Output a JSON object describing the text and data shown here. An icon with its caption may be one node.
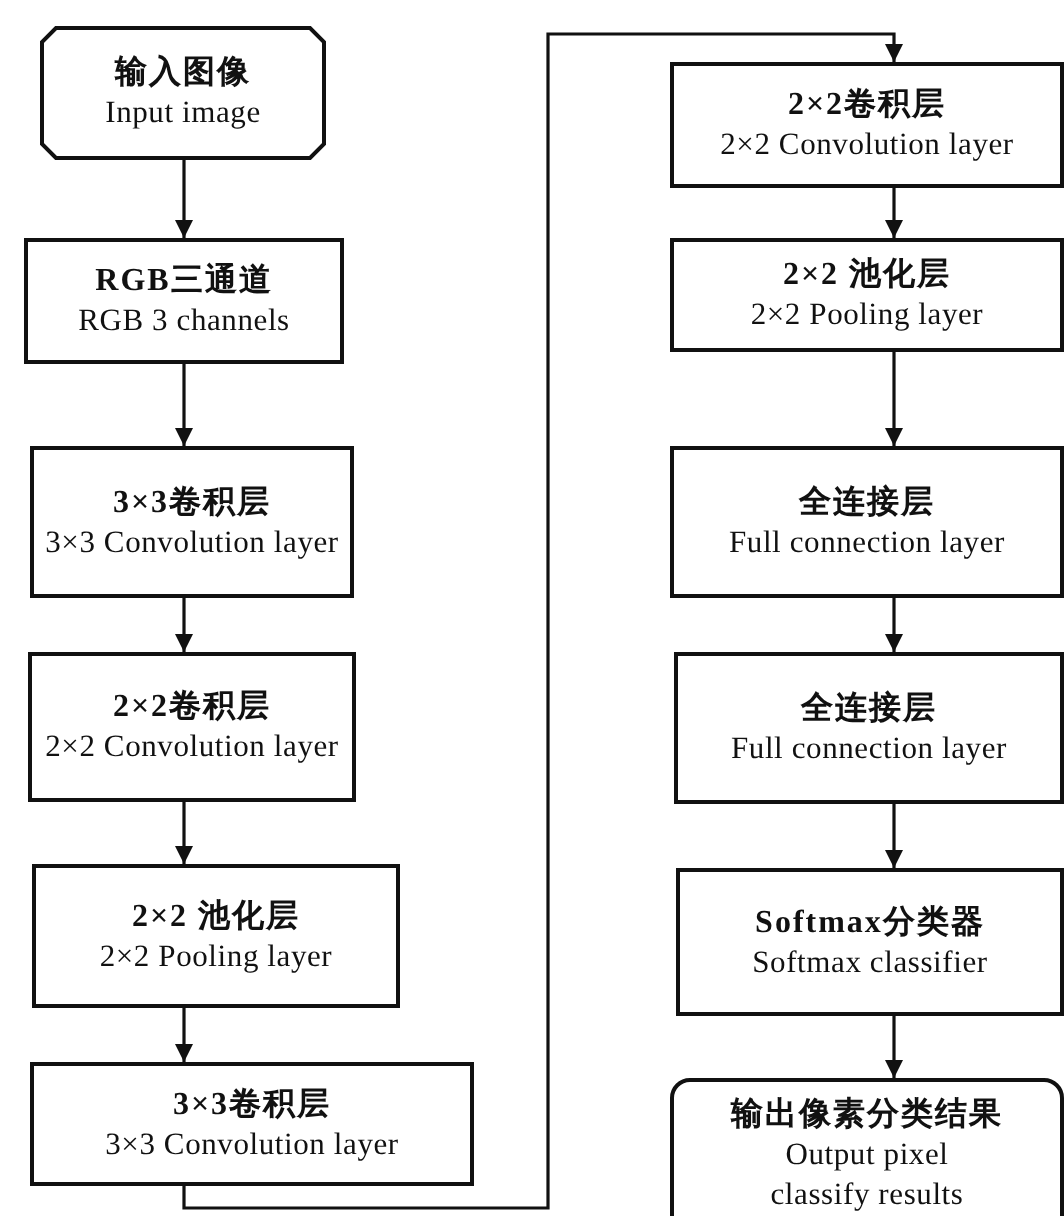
{
  "diagram": {
    "nodes": [
      {
        "text": [
          "输入图像",
          "Input image"
        ]
      },
      {
        "text": [
          "RGB三通道",
          "RGB 3 channels"
        ]
      },
      {
        "text": [
          "3×3卷积层",
          "3×3 Convolution layer"
        ]
      },
      {
        "text": [
          "2×2卷积层",
          "2×2 Convolution layer"
        ]
      },
      {
        "text": [
          "2×2 池化层",
          "2×2 Pooling layer"
        ]
      },
      {
        "text": [
          "3×3卷积层",
          "3×3 Convolution layer"
        ]
      },
      {
        "text": [
          "2×2卷积层",
          "2×2 Convolution layer"
        ]
      },
      {
        "text": [
          "2×2 池化层",
          "2×2 Pooling layer"
        ]
      },
      {
        "text": [
          "全连接层",
          "Full connection layer"
        ]
      },
      {
        "text": [
          "全连接层",
          "Full connection layer"
        ]
      },
      {
        "text": [
          "Softmax分类器",
          "Softmax classifier"
        ]
      },
      {
        "text": [
          "输出像素分类结果",
          "Output pixel classify results"
        ]
      }
    ],
    "edges": [
      {
        "from": 0,
        "to": 1,
        "arrow": "to"
      },
      {
        "from": 1,
        "to": 2,
        "arrow": "to"
      },
      {
        "from": 2,
        "to": 3,
        "arrow": "to"
      },
      {
        "from": 3,
        "to": 4,
        "arrow": "to"
      },
      {
        "from": 4,
        "to": 5,
        "arrow": "to"
      },
      {
        "from": 5,
        "to": 6,
        "arrow": "to"
      },
      {
        "from": 6,
        "to": 7,
        "arrow": "to"
      },
      {
        "from": 7,
        "to": 8,
        "arrow": "to"
      },
      {
        "from": 8,
        "to": 9,
        "arrow": "to"
      },
      {
        "from": 9,
        "to": 10,
        "arrow": "to"
      },
      {
        "from": 10,
        "to": 11,
        "arrow": "to"
      }
    ]
  }
}
